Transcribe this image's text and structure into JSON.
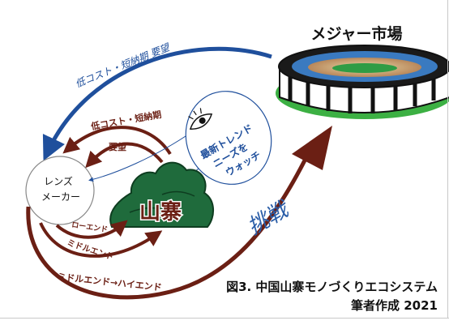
{
  "labels": {
    "major_market": "メジャー市場",
    "top_demand": "低コスト・短納期 要望",
    "inner_demand_line1": "低コスト・短納期",
    "inner_demand_line2": "要望",
    "lens_maker_line1": "レンズ",
    "lens_maker_line2": "メーカー",
    "shanzhai": "山寨",
    "trend_line1": "最新トレンド",
    "trend_line2": "ニーズを",
    "trend_line3": "ウォッチ",
    "low_end": "ローエンド",
    "middle_end": "ミドルエンド",
    "middle_to_high": "ミドルエンド→ハイエンド",
    "challenge": "挑戦"
  },
  "caption": {
    "title": "図3. 中国山寨モノづくりエコシステム",
    "credit": "筆者作成 2021"
  },
  "colors": {
    "blue_arrow": "#1f4f9c",
    "brown_arrow": "#6b1f14",
    "mountain": "#1f6b3c",
    "grass": "#3cb043",
    "stadium_roof": "#111111",
    "challenge_text": "#2a5da8"
  },
  "icons": {
    "eye": "eye-icon",
    "stadium": "stadium-icon",
    "mountain": "mountain-icon"
  }
}
